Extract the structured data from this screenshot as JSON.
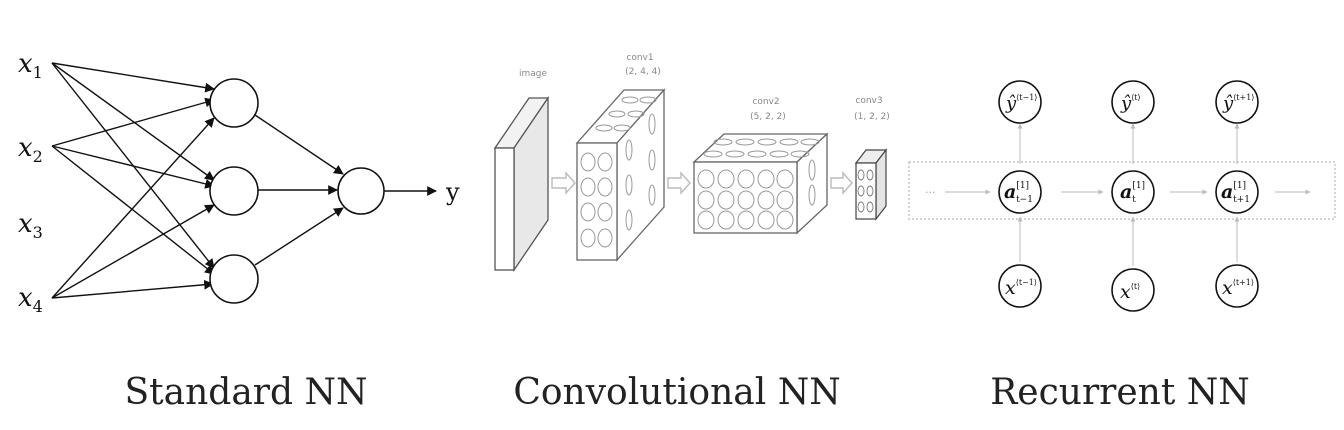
{
  "standard_nn": {
    "title": "Standard NN",
    "inputs": [
      {
        "var": "x",
        "sub": "1"
      },
      {
        "var": "x",
        "sub": "2"
      },
      {
        "var": "x",
        "sub": "3"
      },
      {
        "var": "x",
        "sub": "4"
      }
    ],
    "output": "y"
  },
  "conv_nn": {
    "title": "Convolutional NN",
    "image_label": "image",
    "conv1": {
      "name": "conv1",
      "dims": "(2, 4, 4)"
    },
    "conv2": {
      "name": "conv2",
      "dims": "(5, 2, 2)"
    },
    "conv3": {
      "name": "conv3",
      "dims": "(1, 2, 2)"
    }
  },
  "recurrent_nn": {
    "title": "Recurrent NN",
    "dots": "···",
    "outputs": [
      {
        "var": "ŷ",
        "sup": "⟨t−1⟩"
      },
      {
        "var": "ŷ",
        "sup": "⟨t⟩"
      },
      {
        "var": "ŷ",
        "sup": "⟨t+1⟩"
      }
    ],
    "hidden": [
      {
        "var": "a",
        "sup": "[1]",
        "sub": "t−1"
      },
      {
        "var": "a",
        "sup": "[1]",
        "sub": "t"
      },
      {
        "var": "a",
        "sup": "[1]",
        "sub": "t+1"
      }
    ],
    "inputs": [
      {
        "var": "x",
        "sup": "⟨t−1⟩"
      },
      {
        "var": "x",
        "sup": "⟨t⟩"
      },
      {
        "var": "x",
        "sup": "⟨t+1⟩"
      }
    ]
  }
}
